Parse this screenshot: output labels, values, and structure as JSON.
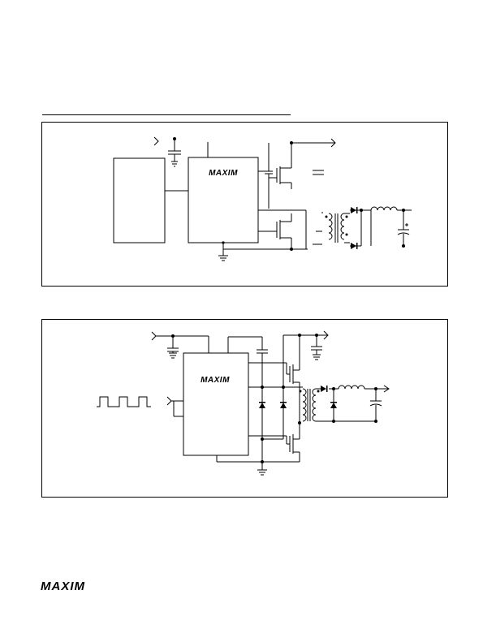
{
  "brand": {
    "logo_text": "MAXIM"
  },
  "figures": [
    {
      "id": "forward-converter",
      "ic_label": "MAXIM"
    },
    {
      "id": "half-bridge-converter",
      "ic_label": "MAXIM"
    }
  ],
  "colors": {
    "ink": "#000000",
    "paper": "#ffffff"
  }
}
